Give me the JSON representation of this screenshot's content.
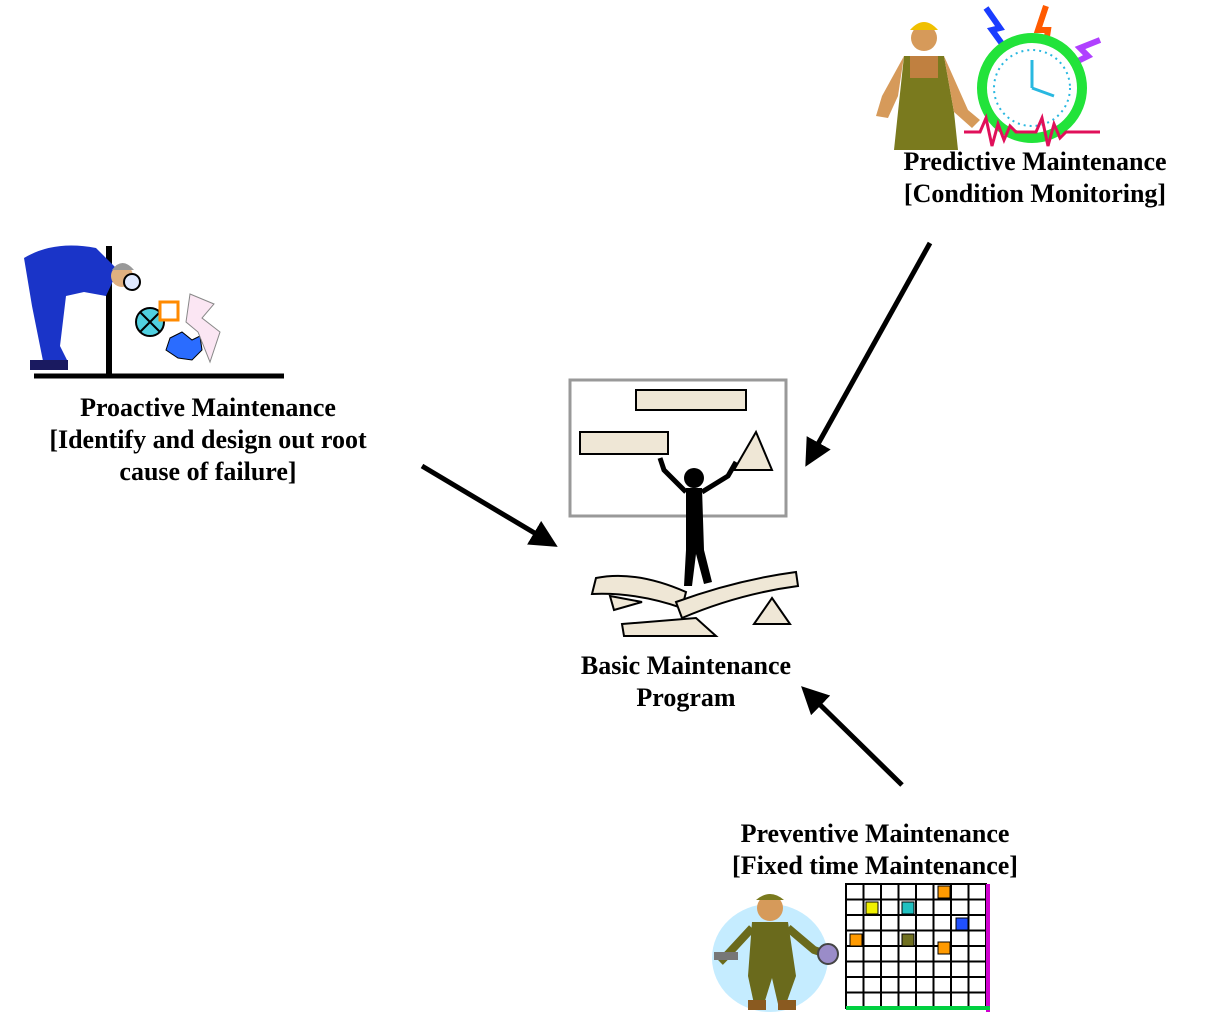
{
  "nodes": {
    "predictive": {
      "line1": "Predictive Maintenance",
      "line2": "[Condition Monitoring]"
    },
    "proactive": {
      "line1": "Proactive Maintenance",
      "line2": "[Identify and design out root",
      "line3": "cause of failure]"
    },
    "basic": {
      "line1": "Basic Maintenance",
      "line2": "Program"
    },
    "preventive": {
      "line1": "Preventive Maintenance",
      "line2": "[Fixed time Maintenance]"
    }
  },
  "icons": {
    "predictive": "worker-with-clock-icon",
    "proactive": "inspector-with-magnifier-icon",
    "basic": "person-building-blocks-icon",
    "preventive": "mechanic-with-schedule-grid-icon"
  },
  "colors": {
    "text": "#000000",
    "arrow": "#000000",
    "clock_ring": "#22e33a",
    "bolt_blue": "#1a3cff",
    "bolt_orange": "#ff5a00",
    "bolt_purple": "#b040ff",
    "heartbeat": "#e0105a",
    "inspector_suit": "#1a34c8",
    "grid_magenta": "#d000d0",
    "grid_green": "#00d040"
  }
}
